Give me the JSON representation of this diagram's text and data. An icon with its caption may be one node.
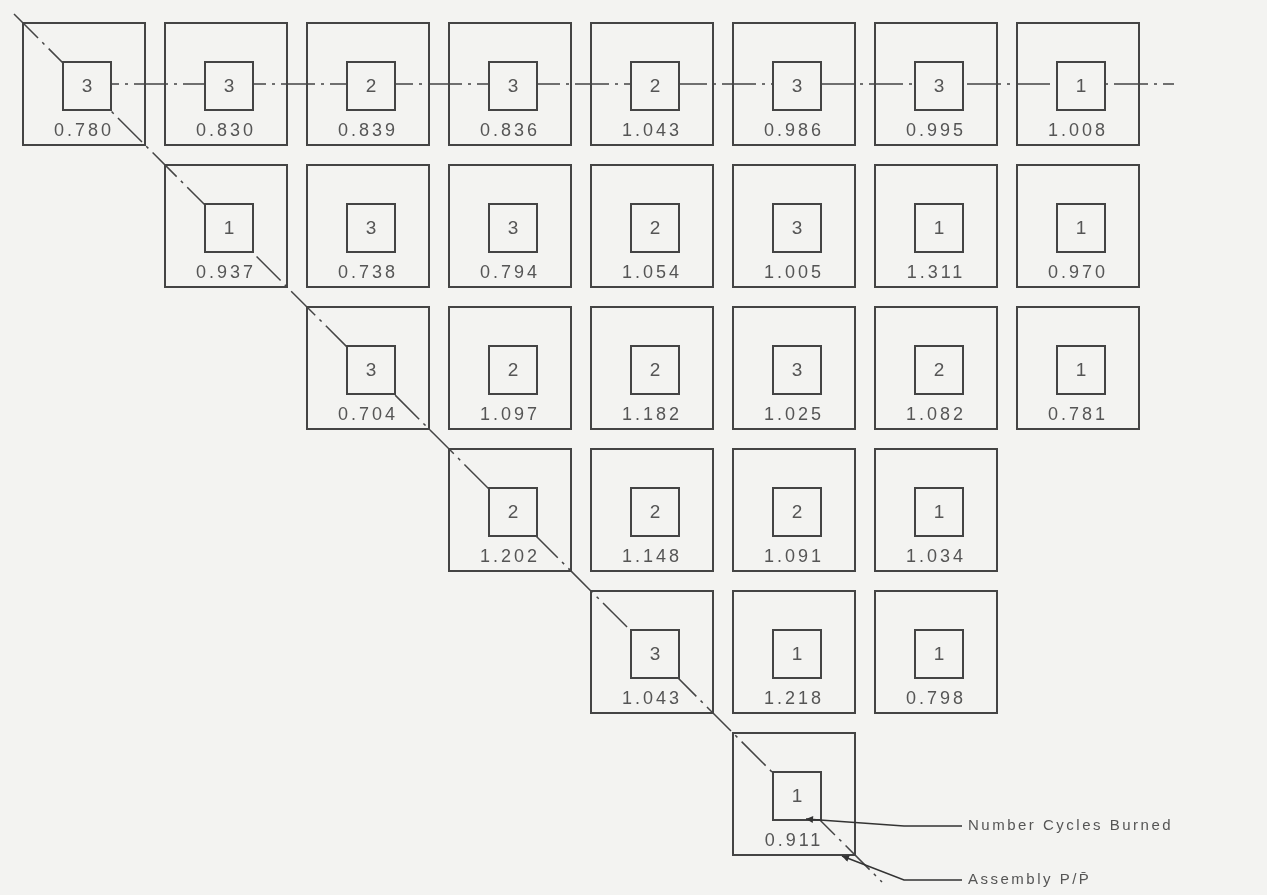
{
  "diagram": {
    "nodes": [
      {
        "text": [
          "0.780"
        ]
      },
      {
        "text": [
          "3"
        ],
        "in": 0
      },
      {
        "text": [
          "0.830"
        ]
      },
      {
        "text": [
          "3"
        ],
        "in": 2
      },
      {
        "text": [
          "0.839"
        ]
      },
      {
        "text": [
          "2"
        ],
        "in": 4
      },
      {
        "text": [
          "0.836"
        ]
      },
      {
        "text": [
          "3"
        ],
        "in": 6
      },
      {
        "text": [
          "1.043"
        ]
      },
      {
        "text": [
          "2"
        ],
        "in": 8
      },
      {
        "text": [
          "0.986"
        ]
      },
      {
        "text": [
          "3"
        ],
        "in": 10
      },
      {
        "text": [
          "0.995"
        ]
      },
      {
        "text": [
          "3"
        ],
        "in": 12
      },
      {
        "text": [
          "1.008"
        ]
      },
      {
        "text": [
          "1"
        ],
        "in": 14
      },
      {
        "text": [
          "0.937"
        ]
      },
      {
        "text": [
          "1"
        ],
        "in": 16
      },
      {
        "text": [
          "0.738"
        ]
      },
      {
        "text": [
          "3"
        ],
        "in": 18
      },
      {
        "text": [
          "0.794"
        ]
      },
      {
        "text": [
          "3"
        ],
        "in": 20
      },
      {
        "text": [
          "1.054"
        ]
      },
      {
        "text": [
          "2"
        ],
        "in": 22
      },
      {
        "text": [
          "1.005"
        ]
      },
      {
        "text": [
          "3"
        ],
        "in": 24
      },
      {
        "text": [
          "1.311"
        ]
      },
      {
        "text": [
          "1"
        ],
        "in": 26
      },
      {
        "text": [
          "0.970"
        ]
      },
      {
        "text": [
          "1"
        ],
        "in": 28
      },
      {
        "text": [
          "0.704"
        ]
      },
      {
        "text": [
          "3"
        ],
        "in": 30
      },
      {
        "text": [
          "1.097"
        ]
      },
      {
        "text": [
          "2"
        ],
        "in": 32
      },
      {
        "text": [
          "1.182"
        ]
      },
      {
        "text": [
          "2"
        ],
        "in": 34
      },
      {
        "text": [
          "1.025"
        ]
      },
      {
        "text": [
          "3"
        ],
        "in": 36
      },
      {
        "text": [
          "1.082"
        ]
      },
      {
        "text": [
          "2"
        ],
        "in": 38
      },
      {
        "text": [
          "0.781"
        ]
      },
      {
        "text": [
          "1"
        ],
        "in": 40
      },
      {
        "text": [
          "1.202"
        ]
      },
      {
        "text": [
          "2"
        ],
        "in": 42
      },
      {
        "text": [
          "1.148"
        ]
      },
      {
        "text": [
          "2"
        ],
        "in": 44
      },
      {
        "text": [
          "1.091"
        ]
      },
      {
        "text": [
          "2"
        ],
        "in": 46
      },
      {
        "text": [
          "1.034"
        ]
      },
      {
        "text": [
          "1"
        ],
        "in": 48
      },
      {
        "text": [
          "1.043"
        ]
      },
      {
        "text": [
          "3"
        ],
        "in": 50
      },
      {
        "text": [
          "1.218"
        ]
      },
      {
        "text": [
          "1"
        ],
        "in": 52
      },
      {
        "text": [
          "0.798"
        ]
      },
      {
        "text": [
          "1"
        ],
        "in": 54
      },
      {
        "text": [
          "0.911"
        ]
      },
      {
        "text": [
          "1"
        ],
        "in": 56
      },
      {
        "text": [
          "Number Cycles Burned"
        ]
      },
      {
        "text": [
          "Assembly P/P̄"
        ]
      }
    ],
    "edges": [
      {
        "from": 58,
        "to": 57,
        "arrow": "to"
      },
      {
        "from": 59,
        "to": 56,
        "arrow": "to"
      }
    ]
  }
}
